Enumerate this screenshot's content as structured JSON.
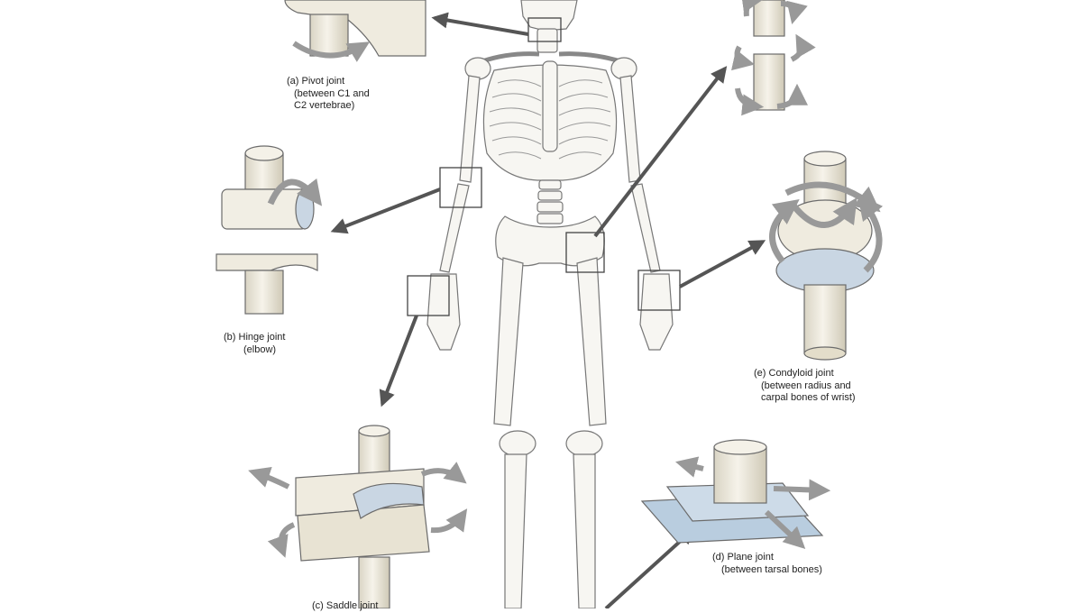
{
  "labels": {
    "pivot": {
      "line1": "(a) Pivot joint",
      "line2": "(between C1 and",
      "line3": "C2 vertebrae)"
    },
    "hinge": {
      "line1": "(b) Hinge joint",
      "line2": "(elbow)"
    },
    "saddle": {
      "line1": "(c) Saddle joint"
    },
    "plane": {
      "line1": "(d) Plane joint",
      "line2": "(between tarsal bones)"
    },
    "condyloid": {
      "line1": "(e) Condyloid joint",
      "line2": "(between radius and",
      "line3": "carpal bones of wrist)"
    }
  },
  "colors": {
    "bone_fill": "#efebdf",
    "bone_stroke": "#6b6b6b",
    "cartilage": "#c9d6e3",
    "arrow": "#555555",
    "rotation_arrow": "#9a9a9a",
    "plane_fill": "#b9cddf"
  }
}
